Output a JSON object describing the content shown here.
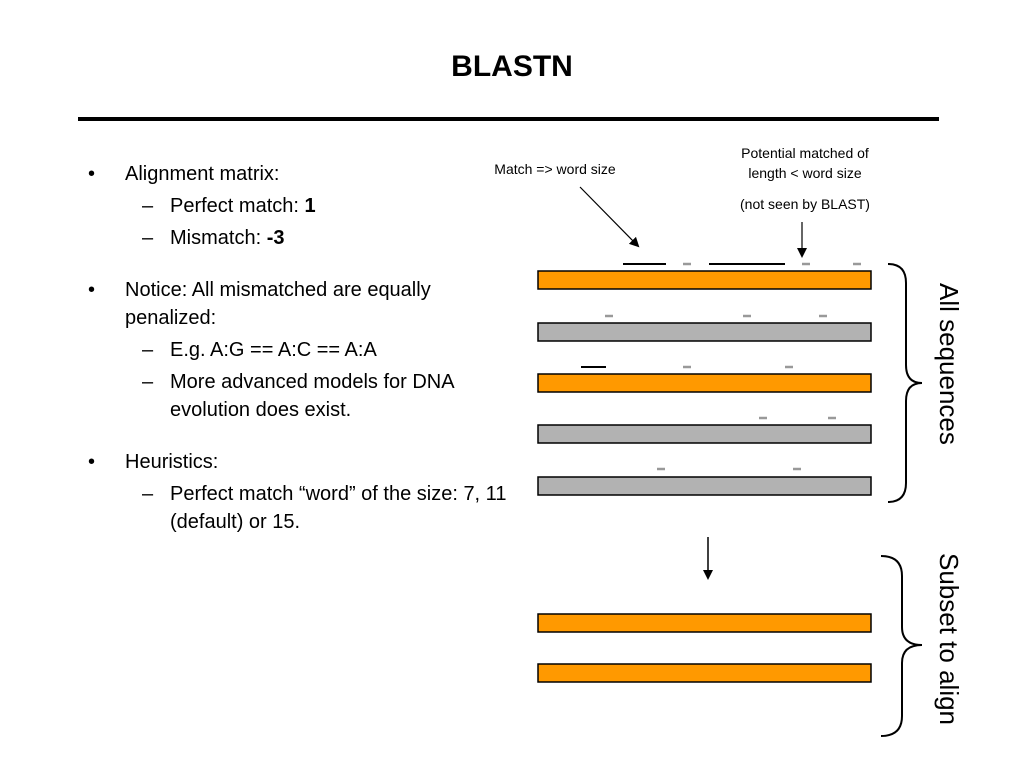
{
  "title": "BLASTN",
  "bullet_marker": "•",
  "sub_marker": "–",
  "bullets": {
    "alignment": {
      "label": "Alignment matrix:",
      "perfect_prefix": "Perfect match: ",
      "perfect_value": "1",
      "mismatch_prefix": "Mismatch: ",
      "mismatch_value": "-3"
    },
    "notice": {
      "label": "Notice: All mismatched are equally penalized:",
      "sub1": "E.g. A:G == A:C == A:A",
      "sub2": "More advanced models for DNA evolution does exist."
    },
    "heuristics": {
      "label": "Heuristics:",
      "sub1": "Perfect match “word” of the size: 7, 11 (default) or 15."
    }
  },
  "diagram": {
    "match_label": "Match => word size",
    "potential_label_line1": "Potential matched of",
    "potential_label_line2": "length < word size",
    "not_seen_label": "(not seen by BLAST)",
    "all_sequences_label": "All sequences",
    "subset_label": "Subset to align",
    "colors": {
      "highlight_bar": "#FF9900",
      "plain_bar": "#B2B2B2",
      "short_match_mark": "#999999",
      "outline": "#000000"
    }
  }
}
